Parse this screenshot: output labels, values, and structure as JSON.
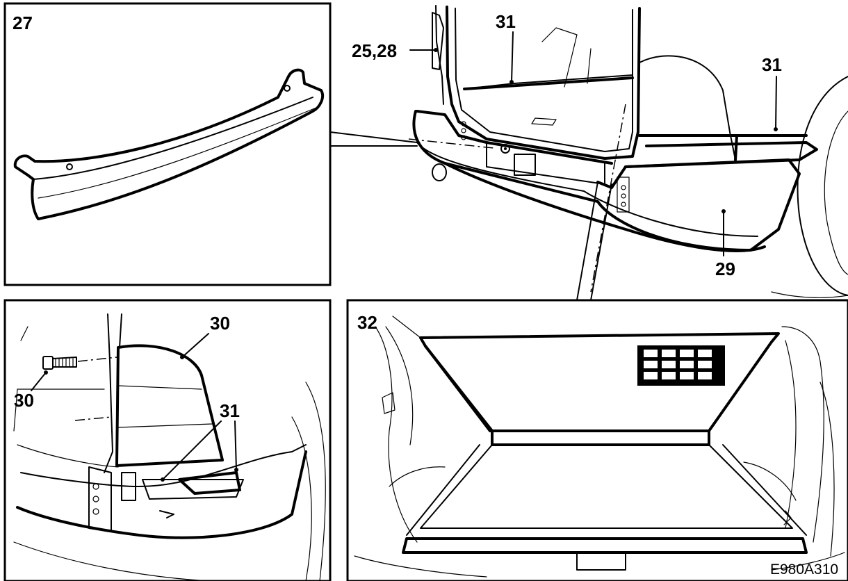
{
  "labels": {
    "panel_top_left": "27",
    "parts_rear_left": "25,28",
    "parts_top_mid": "31",
    "parts_top_right": "31",
    "bumper_cover": "29",
    "panel_bottom_left_top": "30",
    "panel_bottom_left_side": "30",
    "panel_bottom_left_mid": "31",
    "panel_bottom_right": "32"
  },
  "figure_code": "E980A310"
}
